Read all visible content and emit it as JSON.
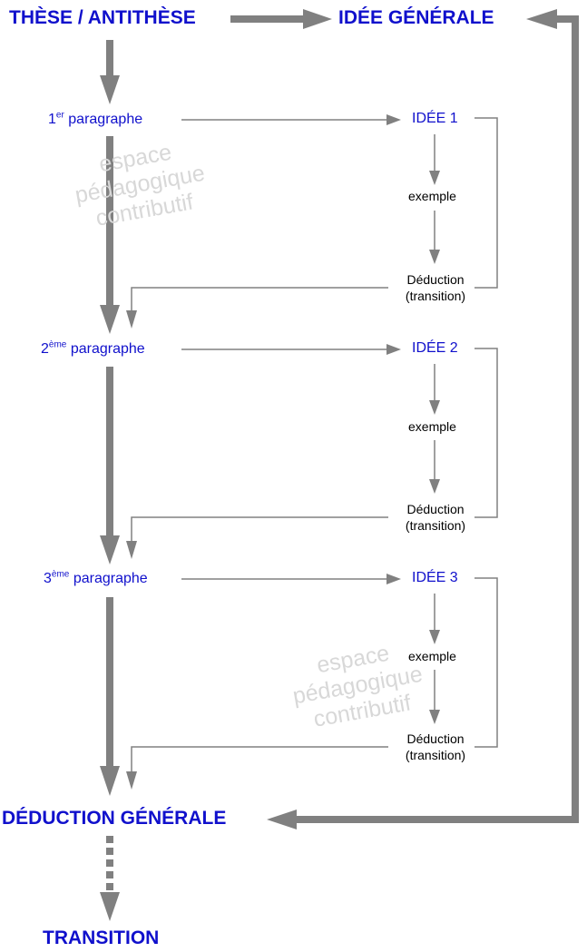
{
  "title_left": "THÈSE / ANTITHÈSE",
  "title_right": "IDÉE GÉNÉRALE",
  "paragraphs": [
    {
      "num": "1",
      "suffix": "er",
      "word": "paragraphe",
      "idea": "IDÉE 1",
      "example": "exemple",
      "deduction": "Déduction",
      "transition": "(transition)"
    },
    {
      "num": "2",
      "suffix": "ème",
      "word": "paragraphe",
      "idea": "IDÉE 2",
      "example": "exemple",
      "deduction": "Déduction",
      "transition": "(transition)"
    },
    {
      "num": "3",
      "suffix": "ème",
      "word": "paragraphe",
      "idea": "IDÉE 3",
      "example": "exemple",
      "deduction": "Déduction",
      "transition": "(transition)"
    }
  ],
  "deduction_generale": "DÉDUCTION GÉNÉRALE",
  "transition": "TRANSITION",
  "watermark": {
    "line1": "espace",
    "line2": "pédagogique",
    "line3": "contributif"
  },
  "colors": {
    "heading": "#1010cc",
    "arrow": "#808080",
    "text": "#000000",
    "watermark": "#d8d8d8"
  }
}
